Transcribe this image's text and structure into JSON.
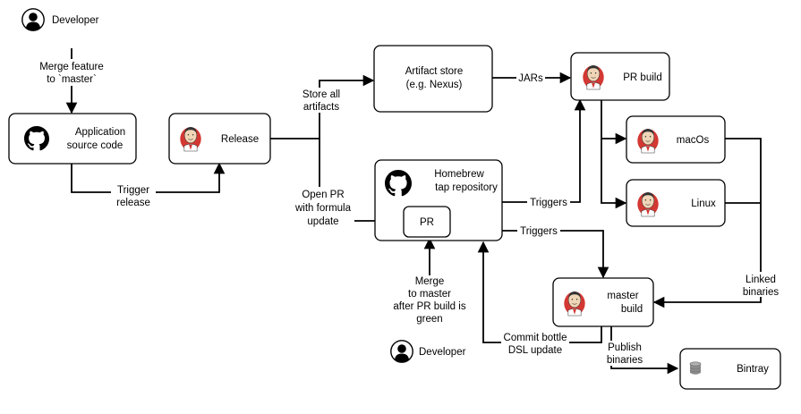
{
  "actors": {
    "developer_top": "Developer",
    "developer_bottom": "Developer"
  },
  "nodes": {
    "app_source": {
      "line1": "Application",
      "line2": "source code",
      "icon": "github-icon"
    },
    "release": {
      "label": "Release",
      "icon": "jenkins-icon"
    },
    "artifact_store": {
      "line1": "Artifact store",
      "line2": "(e.g. Nexus)"
    },
    "pr_build": {
      "label": "PR build",
      "icon": "jenkins-icon"
    },
    "macos": {
      "label": "macOs",
      "icon": "jenkins-icon"
    },
    "linux": {
      "label": "Linux",
      "icon": "jenkins-icon"
    },
    "homebrew": {
      "line1": "Homebrew",
      "line2": "tap repository",
      "icon": "github-icon"
    },
    "pr": {
      "label": "PR"
    },
    "master_build": {
      "line1": "master",
      "line2": "build",
      "icon": "jenkins-icon"
    },
    "bintray": {
      "label": "Bintray",
      "icon": "database-icon"
    }
  },
  "edges": {
    "merge_feature": {
      "line1": "Merge feature",
      "line2": "to `master`"
    },
    "trigger_release": {
      "line1": "Trigger",
      "line2": "release"
    },
    "store_all": {
      "line1": "Store all",
      "line2": "artifacts"
    },
    "open_pr": {
      "line1": "Open PR",
      "line2": "with formula",
      "line3": "update"
    },
    "jars": "JARs",
    "triggers_pr": "Triggers",
    "triggers_master": "Triggers",
    "linked_binaries": {
      "line1": "Linked",
      "line2": "binaries"
    },
    "merge_to_master": {
      "line1": "Merge",
      "line2": "to master",
      "line3": "after PR build is",
      "line4": "green"
    },
    "commit_bottle": {
      "line1": "Commit bottle",
      "line2": "DSL update"
    },
    "publish_binaries": {
      "line1": "Publish",
      "line2": "binaries"
    }
  },
  "colors": {
    "stroke": "#000000",
    "jenkins_red": "#d33833",
    "jenkins_face": "#f0d6b7",
    "jenkins_hair": "#333333",
    "github_dark": "#000000",
    "database_grey": "#8c8c8c"
  }
}
